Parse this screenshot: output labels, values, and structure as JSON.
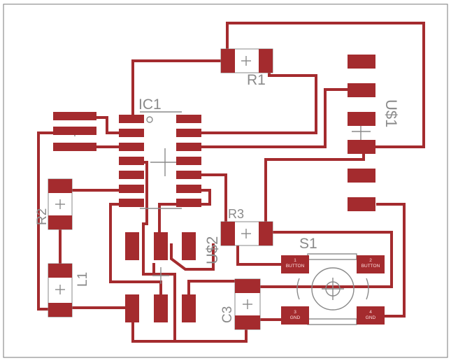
{
  "board": {
    "colors": {
      "background": "#ffffff",
      "outline": "#7a7a7a",
      "copper": "#a42b2e",
      "silk": "#8a8a8a",
      "pad_label": "#ffe0e0"
    }
  },
  "components": {
    "ic1": "IC1",
    "r1": "R1",
    "r2": "R2",
    "r3": "R3",
    "l1": "L1",
    "c3": "C3",
    "s1": "S1",
    "us1": "U$1",
    "us2": "U$2"
  },
  "pads": {
    "button": "BUTTON",
    "gnd": "GND"
  },
  "pin_numbers": {
    "p1": "1",
    "p2": "2",
    "p3": "3",
    "p4": "4"
  }
}
